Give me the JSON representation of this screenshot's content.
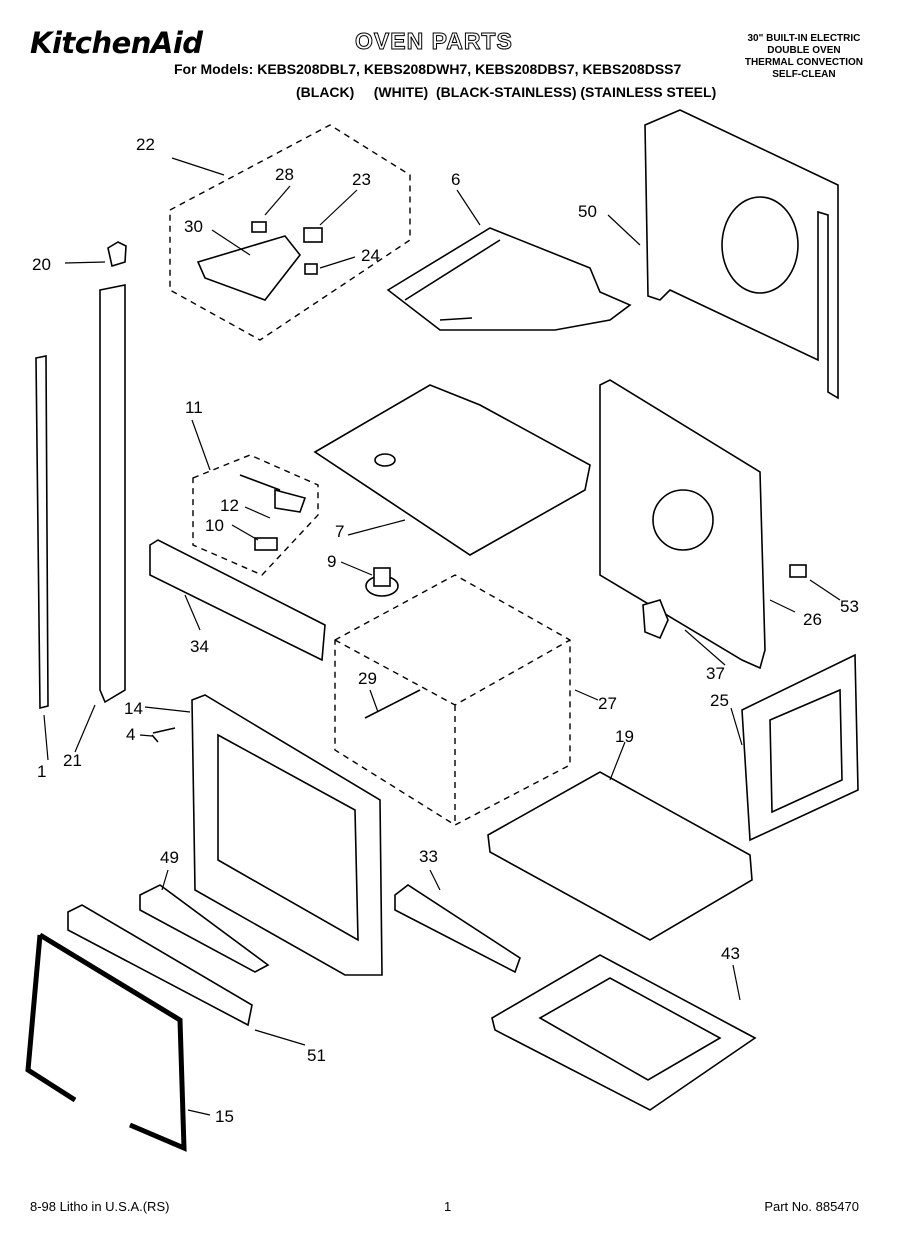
{
  "header": {
    "brand": "KitchenAid",
    "title": "OVEN PARTS",
    "models_line": "For Models: KEBS208DBL7, KEBS208DWH7, KEBS208DBS7, KEBS208DSS7",
    "colors_line": "(BLACK)     (WHITE)  (BLACK-STAINLESS) (STAINLESS STEEL)",
    "spec": [
      "30\" BUILT-IN ELECTRIC",
      "DOUBLE OVEN",
      "THERMAL CONVECTION",
      "SELF-CLEAN"
    ]
  },
  "parts": [
    {
      "id": "p22",
      "label": "22"
    },
    {
      "id": "p28",
      "label": "28"
    },
    {
      "id": "p23",
      "label": "23"
    },
    {
      "id": "p30",
      "label": "30"
    },
    {
      "id": "p24",
      "label": "24"
    },
    {
      "id": "p20",
      "label": "20"
    },
    {
      "id": "p6",
      "label": "6"
    },
    {
      "id": "p50",
      "label": "50"
    },
    {
      "id": "p11",
      "label": "11"
    },
    {
      "id": "p12",
      "label": "12"
    },
    {
      "id": "p10",
      "label": "10"
    },
    {
      "id": "p7",
      "label": "7"
    },
    {
      "id": "p9",
      "label": "9"
    },
    {
      "id": "p34",
      "label": "34"
    },
    {
      "id": "p53",
      "label": "53"
    },
    {
      "id": "p26",
      "label": "26"
    },
    {
      "id": "p29",
      "label": "29"
    },
    {
      "id": "p14",
      "label": "14"
    },
    {
      "id": "p4",
      "label": "4"
    },
    {
      "id": "p27",
      "label": "27"
    },
    {
      "id": "p37",
      "label": "37"
    },
    {
      "id": "p25",
      "label": "25"
    },
    {
      "id": "p1",
      "label": "1"
    },
    {
      "id": "p21",
      "label": "21"
    },
    {
      "id": "p19",
      "label": "19"
    },
    {
      "id": "p49",
      "label": "49"
    },
    {
      "id": "p33",
      "label": "33"
    },
    {
      "id": "p43",
      "label": "43"
    },
    {
      "id": "p51",
      "label": "51"
    },
    {
      "id": "p15",
      "label": "15"
    }
  ],
  "footer": {
    "left": "8-98 Litho in U.S.A.(RS)",
    "page": "1",
    "part_no": "Part No. 885470"
  }
}
